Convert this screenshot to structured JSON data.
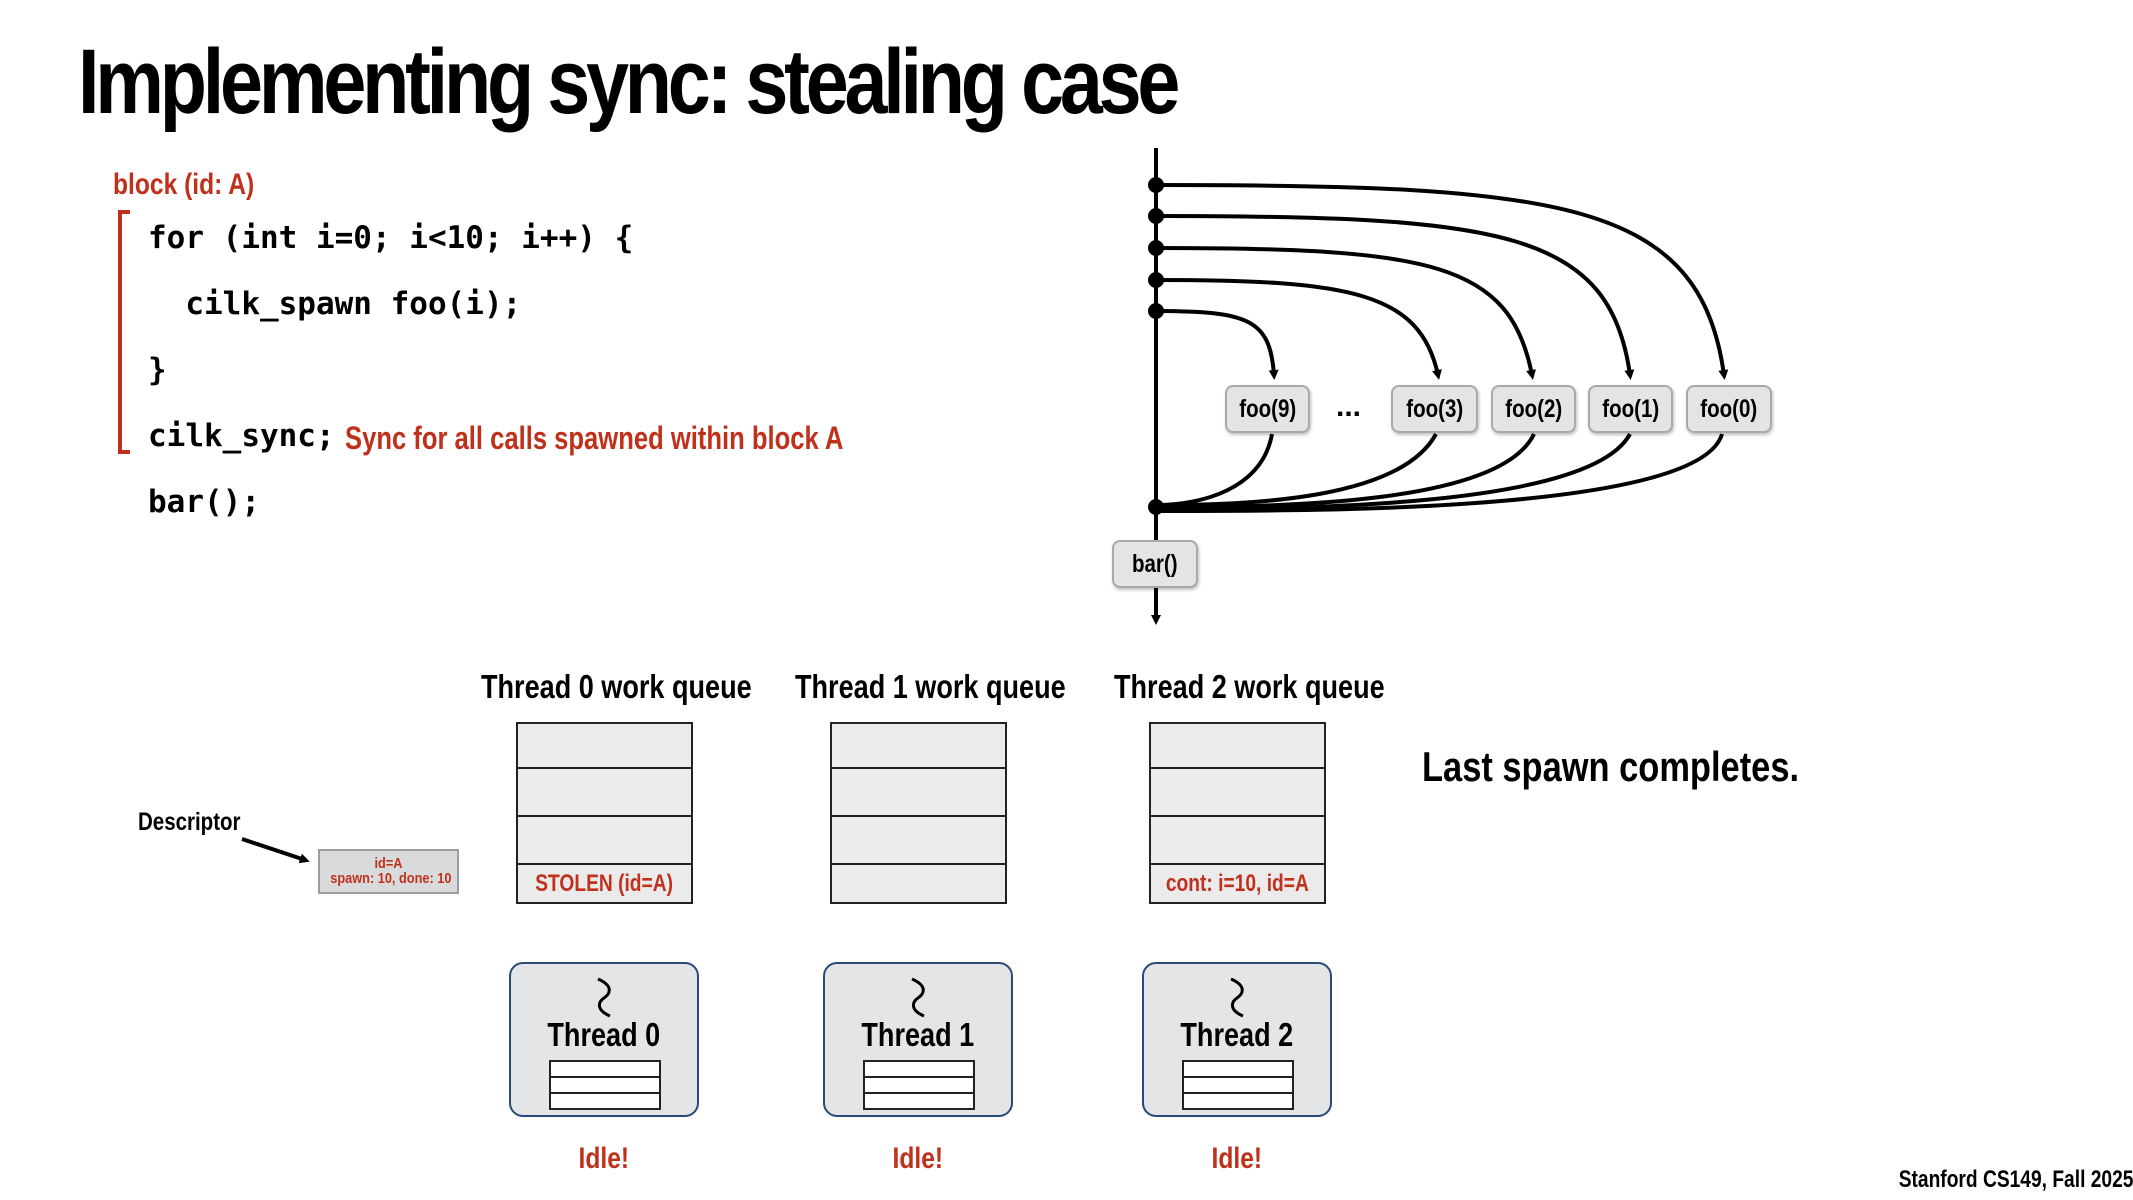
{
  "title": "Implementing sync: stealing case",
  "code_block": {
    "label": "block (id: A)",
    "lines": [
      "for (int i=0; i<10; i++) {",
      "  cilk_spawn foo(i);",
      "}",
      "cilk_sync;",
      "bar();"
    ],
    "sync_note": "Sync for all calls spawned within block A"
  },
  "graph": {
    "spawn_nodes": [
      "foo(9)",
      "foo(3)",
      "foo(2)",
      "foo(1)",
      "foo(0)"
    ],
    "ellipsis": "...",
    "continuation_node": "bar()"
  },
  "queues": [
    {
      "label": "Thread 0 work queue",
      "slots": [
        "",
        "",
        "",
        "STOLEN (id=A)"
      ]
    },
    {
      "label": "Thread 1 work queue",
      "slots": [
        "",
        "",
        "",
        ""
      ]
    },
    {
      "label": "Thread 2 work queue",
      "slots": [
        "",
        "",
        "",
        "cont: i=10, id=A"
      ]
    }
  ],
  "threads": [
    {
      "name": "Thread 0",
      "status": "Idle!"
    },
    {
      "name": "Thread 1",
      "status": "Idle!"
    },
    {
      "name": "Thread 2",
      "status": "Idle!"
    }
  ],
  "descriptor": {
    "label": "Descriptor",
    "line1": "id=A",
    "line2": "spawn: 10, done: 10"
  },
  "status_message": "Last spawn completes.",
  "footer": "Stanford CS149, Fall 2025",
  "colors": {
    "accent_red": "#c0311c",
    "node_fill": "#e3e4e6",
    "thread_border": "#2a4a7a"
  }
}
